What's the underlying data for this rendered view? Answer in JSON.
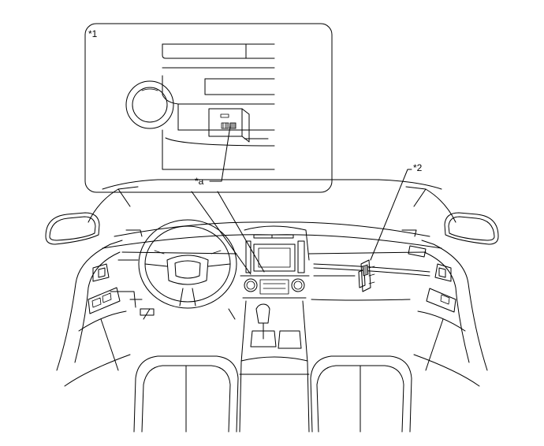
{
  "callouts": {
    "inset_label": "*1",
    "part_label": "*2",
    "switch_label": "*a"
  }
}
